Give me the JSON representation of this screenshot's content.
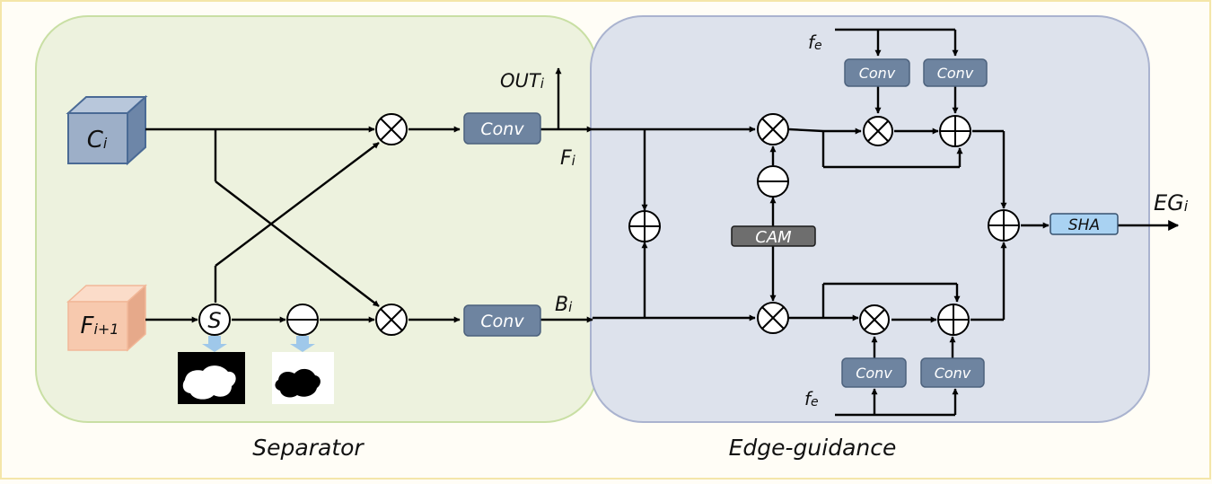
{
  "panels": {
    "separator": "Separator",
    "edge_guidance": "Edge-guidance"
  },
  "inputs": {
    "c": {
      "base": "C",
      "sub": "i"
    },
    "f_next": {
      "base": "F",
      "sub": "i+1"
    }
  },
  "signals": {
    "out": {
      "base": "OUT",
      "sub": "i"
    },
    "f": {
      "base": "F",
      "sub": "i"
    },
    "b": {
      "base": "B",
      "sub": "i"
    },
    "fe_top": {
      "base": "f",
      "sub": "e"
    },
    "fe_bottom": {
      "base": "f",
      "sub": "e"
    },
    "eg": {
      "base": "EG",
      "sub": "i"
    }
  },
  "operators": {
    "sigmoid_symbol": "S"
  },
  "modules": {
    "conv": "Conv",
    "cam": "CAM",
    "sha": "SHA"
  },
  "colors": {
    "separator_bg": "#edf2de",
    "edge_bg": "#dde2ec",
    "conv_fill": "#6e84a0",
    "cam_fill": "#6e6e6e",
    "sha_fill": "#a9d2f2",
    "c_cube": "#9dafc8",
    "f_cube": "#f7c9ae"
  }
}
